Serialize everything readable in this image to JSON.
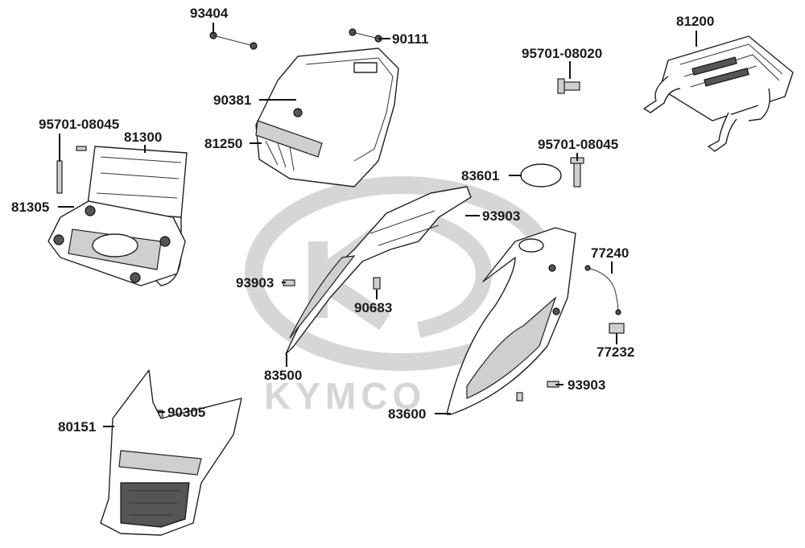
{
  "watermark": {
    "brand": "KYMCO"
  },
  "callouts": [
    {
      "id": "c1",
      "part_number": "93404"
    },
    {
      "id": "c2",
      "part_number": "90111"
    },
    {
      "id": "c3",
      "part_number": "95701-08020"
    },
    {
      "id": "c4",
      "part_number": "81200"
    },
    {
      "id": "c5",
      "part_number": "90381"
    },
    {
      "id": "c6",
      "part_number": "81250"
    },
    {
      "id": "c7",
      "part_number": "95701-08045"
    },
    {
      "id": "c8",
      "part_number": "81300"
    },
    {
      "id": "c9",
      "part_number": "81305"
    },
    {
      "id": "c10",
      "part_number": "95701-08045"
    },
    {
      "id": "c11",
      "part_number": "83601"
    },
    {
      "id": "c12",
      "part_number": "93903"
    },
    {
      "id": "c13",
      "part_number": "77240"
    },
    {
      "id": "c14",
      "part_number": "93903"
    },
    {
      "id": "c15",
      "part_number": "90683"
    },
    {
      "id": "c16",
      "part_number": "83500"
    },
    {
      "id": "c17",
      "part_number": "77232"
    },
    {
      "id": "c18",
      "part_number": "93903"
    },
    {
      "id": "c19",
      "part_number": "90305"
    },
    {
      "id": "c20",
      "part_number": "80151"
    },
    {
      "id": "c21",
      "part_number": "83600"
    }
  ]
}
